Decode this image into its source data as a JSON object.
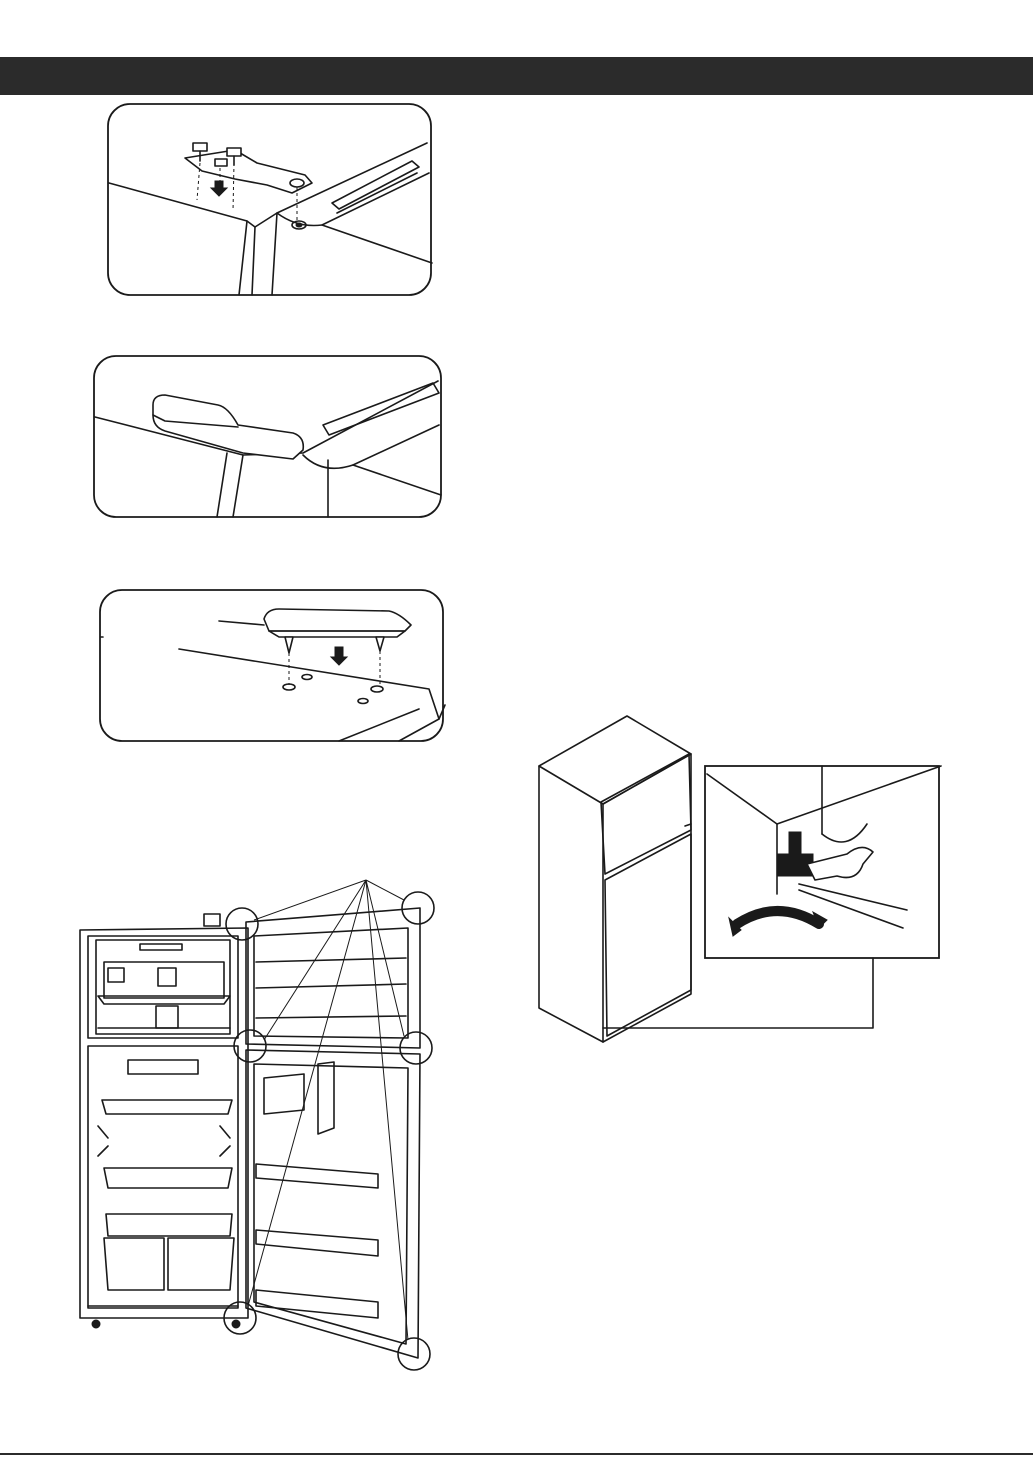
{
  "page": {
    "header_bar_color": "#2b2b2b",
    "line_color": "#1a1a1a"
  },
  "figures": [
    {
      "name": "hinge-bracket-install",
      "icon": "hinge-bolts-down-arrow"
    },
    {
      "name": "hinge-cover-installed",
      "icon": "hinge-cover"
    },
    {
      "name": "hinge-cover-attach",
      "icon": "cover-pins-down-arrow"
    },
    {
      "name": "refrigerator-open-doors",
      "icon": "gap-check-circles"
    },
    {
      "name": "leveling-foot-adjust",
      "icon": "wrench-rotation-arrow"
    }
  ]
}
